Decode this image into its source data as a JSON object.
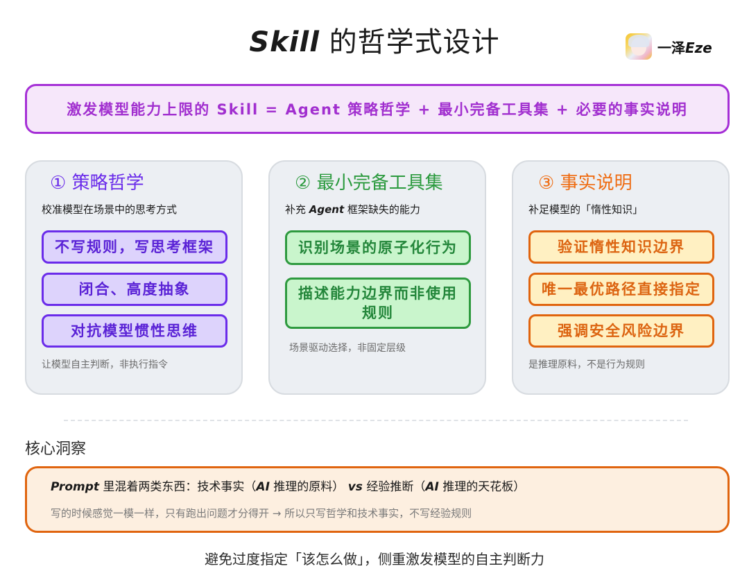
{
  "header": {
    "title_latin": "Skill",
    "title_cn": " 的哲学式设计",
    "brand": {
      "avatar": "anime-avatar",
      "name_cn": "一泽",
      "name_latin": "Eze"
    }
  },
  "formula": {
    "text": "激发模型能力上限的 Skill = Agent 策略哲学 + 最小完备工具集 + 必要的事实说明",
    "border_color": "#a52fd6",
    "background": "#f6e7fa"
  },
  "cards": [
    {
      "number": "①",
      "title": "策略哲学",
      "subtitle": "校准模型在场景中的思考方式",
      "items": [
        "不写规则，写思考框架",
        "闭合、高度抽象",
        "对抗模型惯性思维"
      ],
      "note": "让模型自主判断，非执行指令",
      "accent": "#6a2bea",
      "fill": "#ddd3fc"
    },
    {
      "number": "②",
      "title": "最小完备工具集",
      "subtitle_pre": "补充 ",
      "subtitle_latin": "Agent",
      "subtitle_post": " 框架缺失的能力",
      "items": [
        "识别场景的原子化行为",
        "描述能力边界而非使用规则"
      ],
      "note": "场景驱动选择，非固定层级",
      "accent": "#2e9a3f",
      "fill": "#c9f5cc"
    },
    {
      "number": "③",
      "title": "事实说明",
      "subtitle": "补足模型的「惰性知识」",
      "items": [
        "验证惰性知识边界",
        "唯一最优路径直接指定",
        "强调安全风险边界"
      ],
      "note": "是推理原料，不是行为规则",
      "accent": "#e0640e",
      "fill": "#fff0c2"
    }
  ],
  "insight": {
    "label": "核心洞察",
    "main_parts": {
      "p1": "Prompt",
      "p2": " 里混着两类东西：技术事实（",
      "p3": "AI",
      "p4": " 推理的原料）",
      "p5": "vs",
      "p6": " 经验推断（",
      "p7": "AI",
      "p8": " 推理的天花板）"
    },
    "sub": "写的时候感觉一模一样，只有跑出问题才分得开 → 所以只写哲学和技术事实，不写经验规则",
    "border_color": "#e0640e",
    "background": "#fdefe0"
  },
  "footer": {
    "text": "避免过度指定「该怎么做」，侧重激发模型的自主判断力"
  }
}
